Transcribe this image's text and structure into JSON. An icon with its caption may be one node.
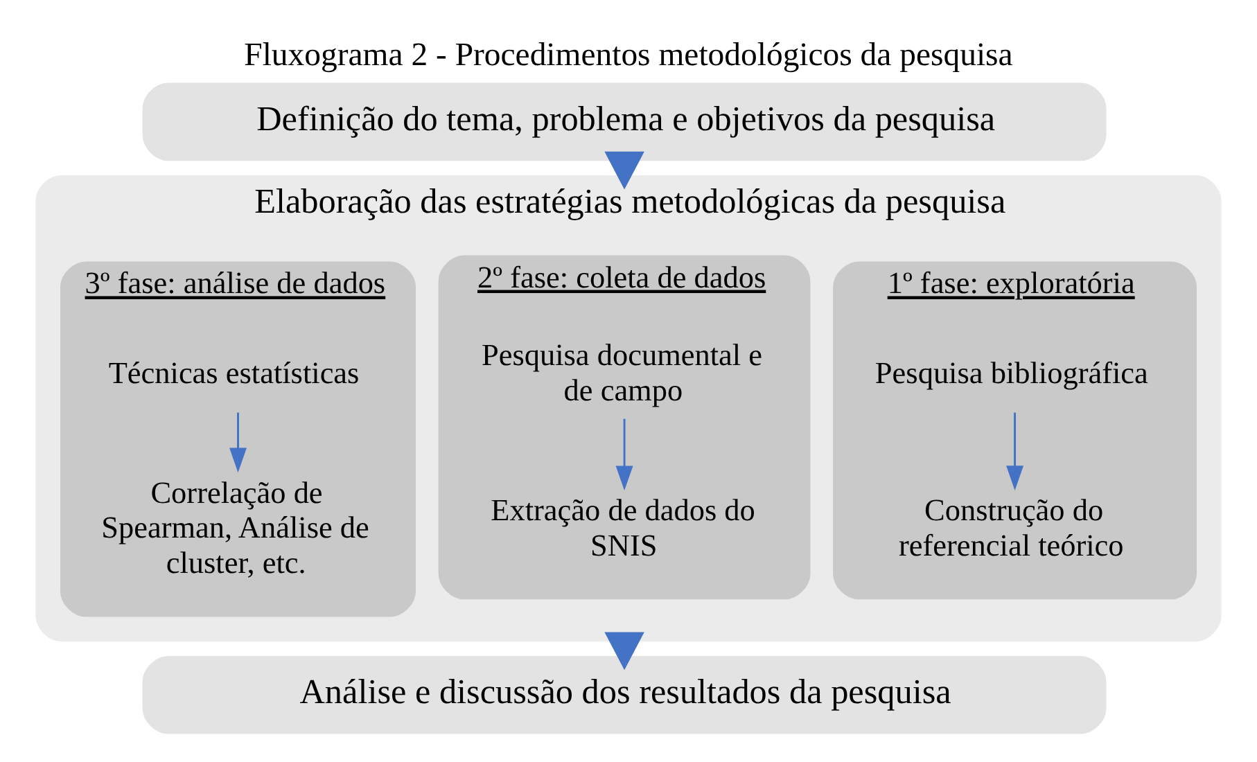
{
  "diagram": {
    "title": "Fluxograma 2 - Procedimentos metodológicos da pesquisa",
    "nodes": [
      {
        "text": [
          "Definição do tema, problema e objetivos da pesquisa"
        ]
      },
      {
        "text": [
          "Elaboração das estratégias metodológicas da pesquisa"
        ]
      },
      {
        "text": [
          "1º fase: exploratória"
        ],
        "in": 1
      },
      {
        "text": [
          "Pesquisa bibliográfica"
        ],
        "in": 2
      },
      {
        "text": [
          "Construção do referencial teórico"
        ],
        "in": 2
      },
      {
        "text": [
          "2º fase: coleta de dados"
        ],
        "in": 1
      },
      {
        "text": [
          "Pesquisa documental e de campo"
        ],
        "in": 5
      },
      {
        "text": [
          "Extração de dados do SNIS"
        ],
        "in": 5
      },
      {
        "text": [
          "3º fase: análise de dados"
        ],
        "in": 1
      },
      {
        "text": [
          "Técnicas estatísticas"
        ],
        "in": 8
      },
      {
        "text": [
          "Correlação de Spearman, Análise de cluster, etc."
        ],
        "in": 8
      },
      {
        "text": [
          "Análise e discussão dos resultados da pesquisa"
        ]
      }
    ],
    "edges": [
      {
        "from": 0,
        "to": 1,
        "arrow": "to",
        "style": "thick"
      },
      {
        "from": 3,
        "to": 4,
        "arrow": "to"
      },
      {
        "from": 6,
        "to": 7,
        "arrow": "to"
      },
      {
        "from": 9,
        "to": 10,
        "arrow": "to"
      },
      {
        "from": 1,
        "to": 11,
        "arrow": "to",
        "style": "thick"
      }
    ]
  }
}
